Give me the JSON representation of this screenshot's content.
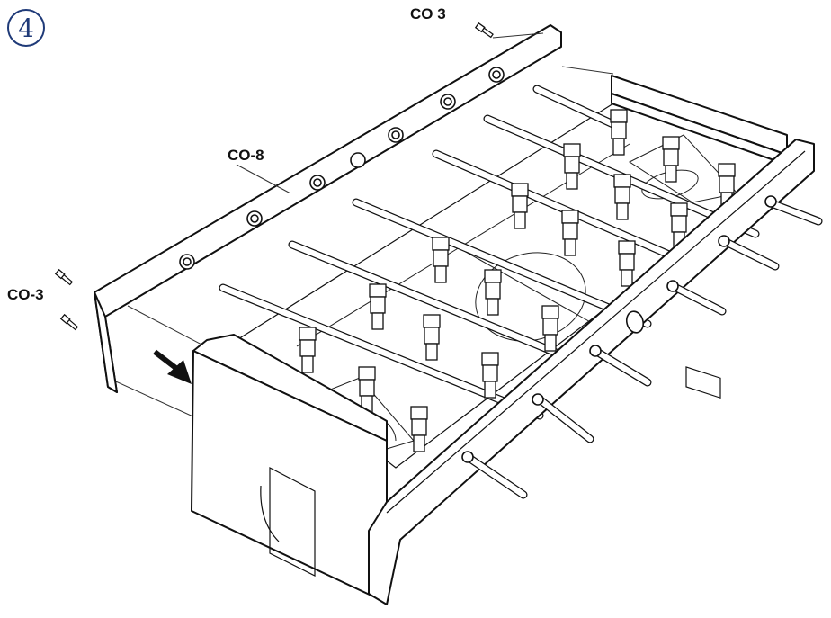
{
  "step": {
    "number": "4"
  },
  "labels": {
    "screw_top": "CO 3",
    "side_panel": "CO-8",
    "screw_left": "CO-3"
  },
  "colors": {
    "step_badge": "#1f3a78",
    "line": "#111111"
  },
  "icons": [
    "step-number-circle",
    "screw-icon",
    "arrow-icon"
  ]
}
